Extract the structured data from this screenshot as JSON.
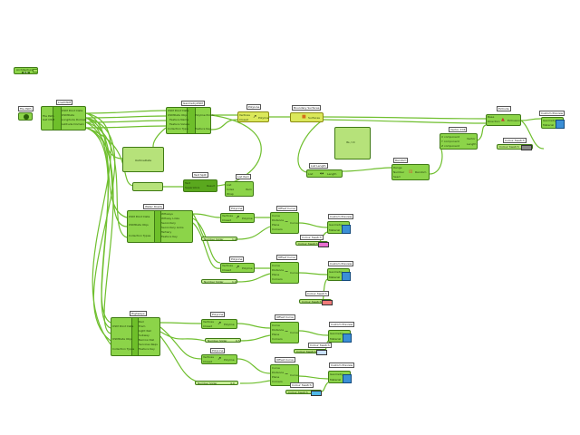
{
  "canvas": {
    "background": "#ffffff",
    "wire_color": "#6fbf2e",
    "node_color": "#8cd449"
  },
  "top_left_node": {
    "label": "Architecture",
    "value": "0.6"
  },
  "groups": {
    "file_path": "File Path",
    "load_osm": "LoadOSM",
    "geometry_osm": "GeometryOSM",
    "polyline_1": "PolyLine",
    "boundary_surface": "Boundary Surfaces",
    "extrude": "Extrude",
    "custom_preview_top": "Custom Preview",
    "colour_swatch_top": "Colour Swatch",
    "vector_xyz": "Vector XYZ",
    "random": "Random",
    "list_length": "List Length",
    "text_split": "Text Split",
    "list_item": "List Item",
    "water_roads": "Water Roads",
    "highways": "Highways"
  },
  "load_osm_ports": [
    "OSM Point Data",
    "OSMData",
    "Longitude Domain",
    "Latitude Domain"
  ],
  "load_osm_inputs": [
    "File Path",
    "Get OSM"
  ],
  "geometry_osm_ports_in": [
    "OSM Point Data",
    "OSMData Objs",
    "Feature Name",
    "Feature Values",
    "Collection Type"
  ],
  "geometry_osm_ports_out": [
    "Polyline Points",
    "Feature Key"
  ],
  "panel_text": "OutlineData",
  "panel2_text": "Its / nt",
  "water_roads_ports_in": [
    "OSM Point Data",
    "OSMData Objs",
    "Collection Types"
  ],
  "water_roads_ports_out": [
    "WHways",
    "WHway Links",
    "Secondary",
    "Secondary Links",
    "Tertiary",
    "Feature Key"
  ],
  "highways_ports_in": [
    "OSM Point Data",
    "OSMData Objs",
    "Collection Types"
  ],
  "highways_ports_out": [
    "Rail",
    "Tram",
    "Light Rail",
    "Subway",
    "Narrow Rail",
    "Services Reqs",
    "Feature Key"
  ],
  "polyline_ports": [
    "Vertices",
    "Closed",
    "Polyline"
  ],
  "offset_ports": [
    "Curve",
    "Distance",
    "Plane",
    "Corners",
    "Curve"
  ],
  "custom_preview_ports": [
    "Geometry",
    "Material"
  ],
  "number_slider_label": "Number Slider",
  "slider_values": [
    "1.0",
    "1.0",
    "0.5",
    "4.0"
  ],
  "colour_swatch_label": "Colour Swatch",
  "swatch_colors": [
    "#e86fd0",
    "#f07a7a",
    "#c8e0ff",
    "#4fb8e8"
  ],
  "random_ports": [
    "Range",
    "Number",
    "Seed",
    "Random"
  ],
  "vector_ports": [
    "X component",
    "Y component",
    "Z component",
    "Vector",
    "Length"
  ],
  "extrude_ports": [
    "Base",
    "Direction",
    "Extrusion"
  ],
  "list_length_ports": [
    "List",
    "Length"
  ],
  "list_item_ports": [
    "List",
    "Index",
    "Wrap",
    "Item"
  ],
  "text_split_ports": [
    "Text",
    "Separators",
    "Result"
  ]
}
